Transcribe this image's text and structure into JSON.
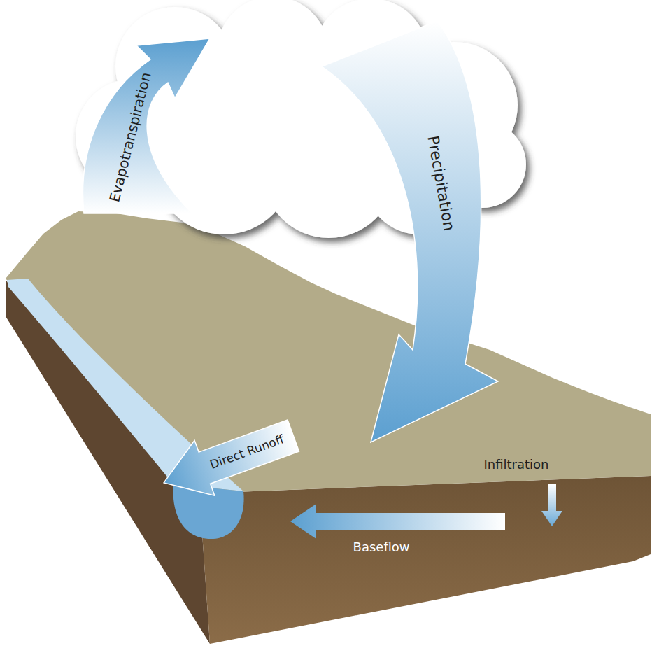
{
  "diagram": {
    "labels": [
      "Evapotranspiration",
      "Precipitation",
      "Direct Runoff",
      "Infiltration",
      "Baseflow"
    ]
  }
}
